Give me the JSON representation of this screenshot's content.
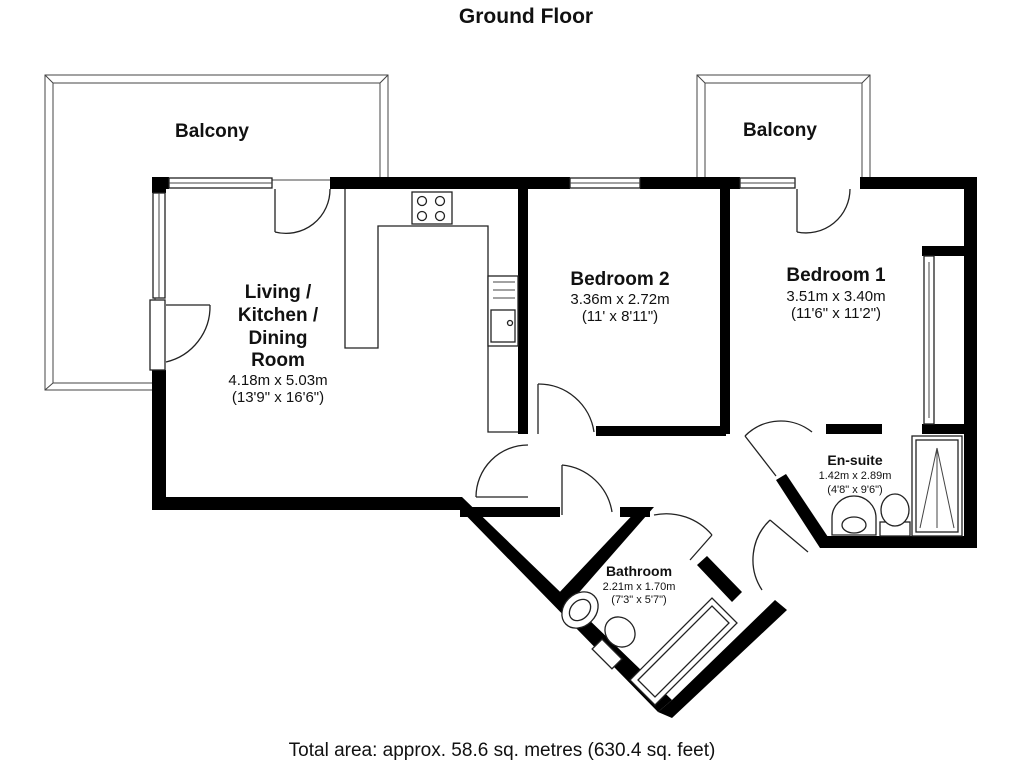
{
  "title": "Ground Floor",
  "rooms": {
    "balcony_left": {
      "name": "Balcony"
    },
    "balcony_right": {
      "name": "Balcony"
    },
    "living": {
      "name_lines": [
        "Living /",
        "Kitchen /",
        "Dining",
        "Room"
      ],
      "dim_metric": "4.18m x 5.03m",
      "dim_imperial": "(13'9\" x 16'6\")"
    },
    "bedroom2": {
      "name": "Bedroom 2",
      "dim_metric": "3.36m x 2.72m",
      "dim_imperial": "(11' x 8'11\")"
    },
    "bedroom1": {
      "name": "Bedroom 1",
      "dim_metric": "3.51m x 3.40m",
      "dim_imperial": "(11'6\" x 11'2\")"
    },
    "ensuite": {
      "name": "En-suite",
      "dim_metric": "1.42m x 2.89m",
      "dim_imperial": "(4'8\" x 9'6\")"
    },
    "bathroom": {
      "name": "Bathroom",
      "dim_metric": "2.21m x 1.70m",
      "dim_imperial": "(7'3\" x 5'7\")"
    }
  },
  "footer": "Total area: approx. 58.6 sq. metres (630.4 sq. feet)",
  "colors": {
    "wall": "#000000",
    "fixture_line": "#222222",
    "background": "#ffffff"
  }
}
